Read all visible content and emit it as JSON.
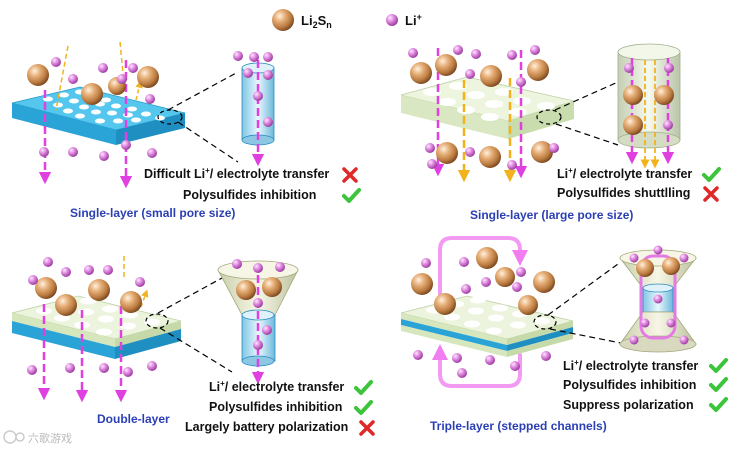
{
  "legend": {
    "li2sn_label": "Li2Sn",
    "li_label": "Li+"
  },
  "panels": [
    {
      "id": "single-small",
      "caption": "Single-layer (small pore size)",
      "properties": [
        {
          "text": "Difficult Li+/ electrolyte transfer",
          "status": "bad"
        },
        {
          "text": "Polysulfides inhibition",
          "status": "good"
        }
      ]
    },
    {
      "id": "single-large",
      "caption": "Single-layer (large pore size)",
      "properties": [
        {
          "text": "Li+/ electrolyte transfer",
          "status": "good"
        },
        {
          "text": "Polysulfides shuttlling",
          "status": "bad"
        }
      ]
    },
    {
      "id": "double",
      "caption": "Double-layer",
      "properties": [
        {
          "text": "Li+/ electrolyte transfer",
          "status": "good"
        },
        {
          "text": "Polysulfides inhibition",
          "status": "good"
        },
        {
          "text": "Largely battery polarization",
          "status": "bad"
        }
      ]
    },
    {
      "id": "triple",
      "caption": "Triple-layer (stepped channels)",
      "properties": [
        {
          "text": "Li+/ electrolyte transfer",
          "status": "good"
        },
        {
          "text": "Polysulfides inhibition",
          "status": "good"
        },
        {
          "text": "Suppress polarization",
          "status": "good"
        }
      ]
    }
  ],
  "watermark": "六歌游戏",
  "colors": {
    "li_ion": "#d86fd8",
    "polysulfide": "#c8874f",
    "arrow_li": "#e040e0",
    "arrow_ps": "#f2b21c",
    "check": "#3cc43c",
    "cross": "#e02828",
    "caption": "#2b3fb5",
    "blue_layer": "#3bb8e8",
    "pale_layer": "#e6f2d4"
  }
}
